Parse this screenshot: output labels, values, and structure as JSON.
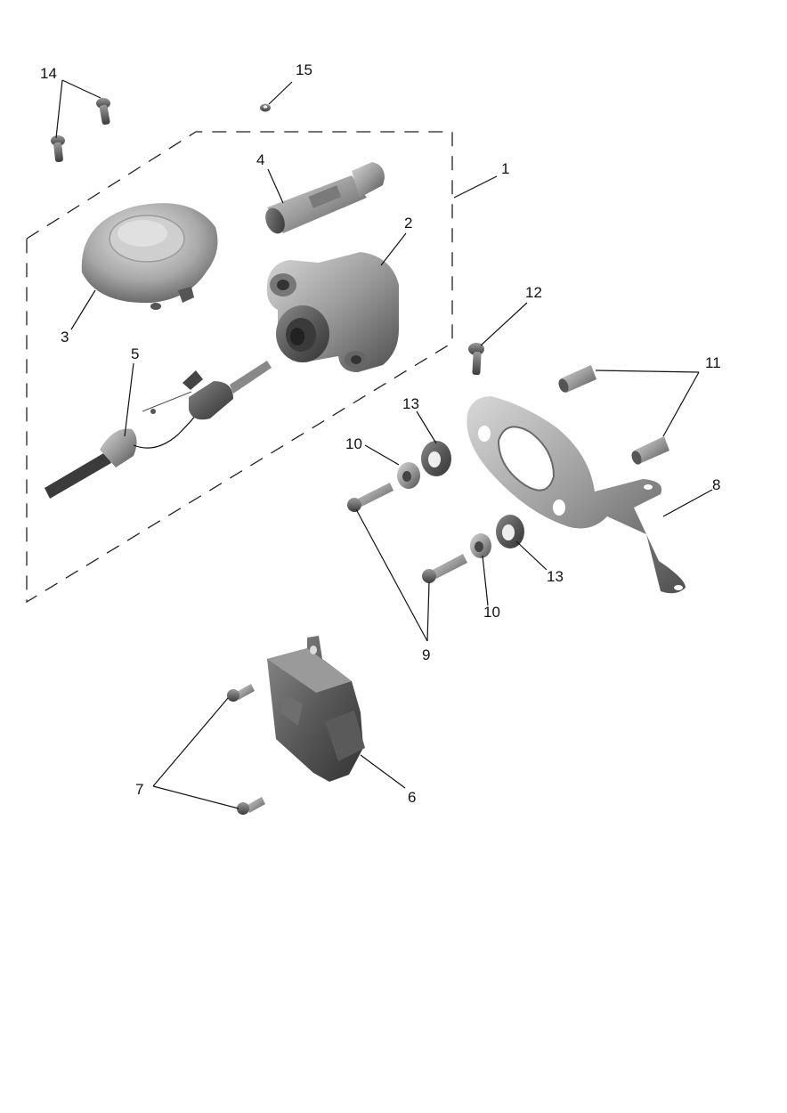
{
  "callouts": {
    "c1": "1",
    "c2": "2",
    "c3": "3",
    "c4": "4",
    "c5": "5",
    "c6": "6",
    "c7": "7",
    "c8": "8",
    "c9": "9",
    "c10a": "10",
    "c10b": "10",
    "c11": "11",
    "c12": "12",
    "c13a": "13",
    "c13b": "13",
    "c14": "14",
    "c15": "15"
  },
  "colors": {
    "part_light": "#c9c9c9",
    "part_mid": "#8d8d8d",
    "part_dark": "#4a4a4a",
    "line": "#111111"
  }
}
